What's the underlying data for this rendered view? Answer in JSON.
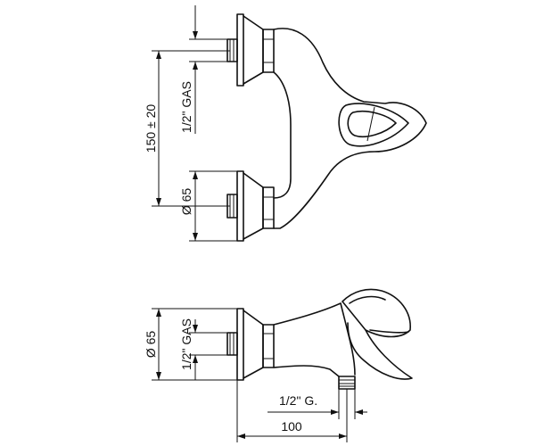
{
  "top_view": {
    "spacing_dim": "150 ± 20",
    "upper_thread_dim": "1/2\" GAS",
    "lower_diameter_dim": "Ø 65"
  },
  "side_view": {
    "diameter_dim": "Ø 65",
    "thread_dim": "1/2\" GAS",
    "outlet_thread_dim": "1/2\" G.",
    "depth_dim": "100"
  }
}
